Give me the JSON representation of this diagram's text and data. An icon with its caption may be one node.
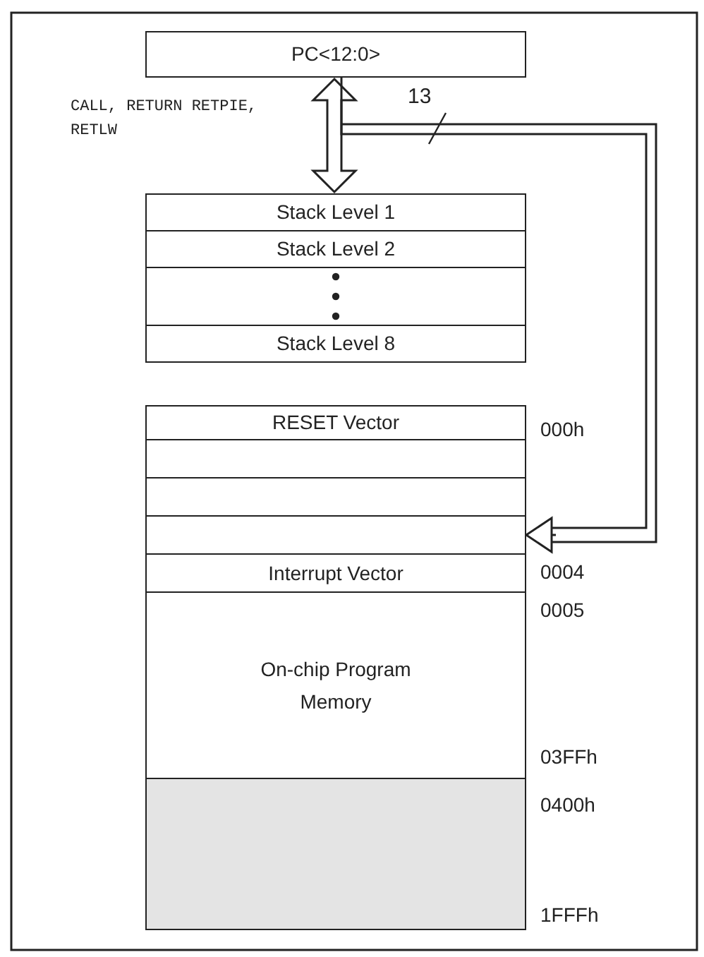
{
  "diagram": {
    "nodes": [
      {
        "text": [
          "PC<12:0>"
        ]
      },
      {
        "text": [
          "Stack Level 1"
        ]
      },
      {
        "text": [
          "Stack Level 2"
        ]
      },
      {
        "text": [],
        "shape": "box"
      },
      {
        "text": [
          "Stack Level 8"
        ]
      },
      {
        "text": [
          "RESET Vector"
        ],
        "beside": [
          "000h"
        ]
      },
      {
        "text": [],
        "shape": "box"
      },
      {
        "text": [],
        "shape": "box"
      },
      {
        "text": [],
        "shape": "box"
      },
      {
        "text": [
          "Interrupt Vector"
        ],
        "beside": [
          "0004"
        ]
      },
      {
        "text": [
          "On-chip Program Memory"
        ],
        "beside": [
          "0005",
          "03FFh"
        ]
      },
      {
        "text": [],
        "shape": "box",
        "beside": [
          "0400h",
          "1FFFh"
        ]
      }
    ],
    "edges": [
      {
        "from": 0,
        "to": 1,
        "arrow": "both"
      },
      {
        "from": 0,
        "to": 8,
        "arrow": "to",
        "label": "13"
      }
    ],
    "labels": [
      "CALL, RETURN RETPIE, RETLW"
    ]
  }
}
